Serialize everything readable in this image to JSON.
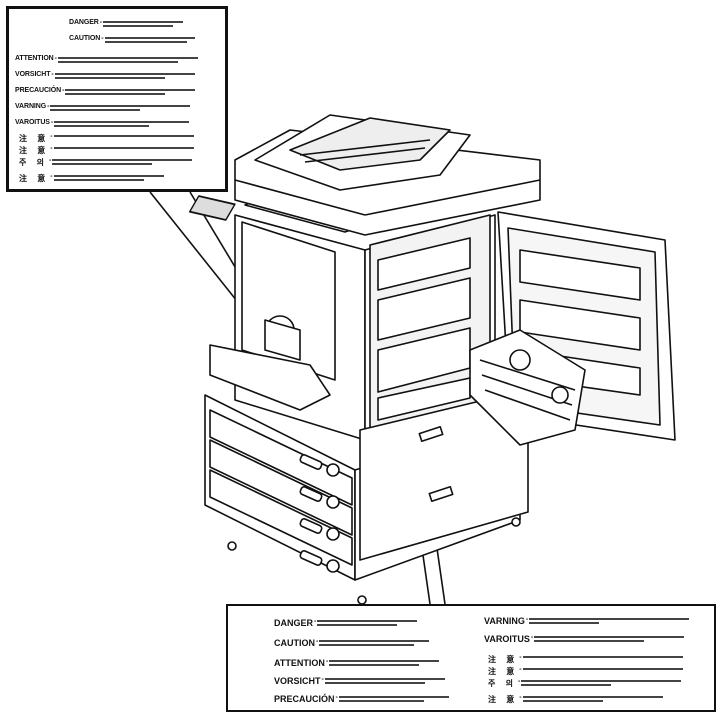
{
  "label_top": {
    "rows": [
      {
        "keyword": "DANGER"
      },
      {
        "keyword": "CAUTION"
      },
      {
        "keyword": "ATTENTION"
      },
      {
        "keyword": "VORSICHT"
      },
      {
        "keyword": "PRECAUCIÓN"
      },
      {
        "keyword": "VARNING"
      },
      {
        "keyword": "VAROITUS"
      },
      {
        "keyword": "注 意"
      },
      {
        "keyword": "注 意"
      },
      {
        "keyword": "주 의"
      },
      {
        "keyword": "注 意"
      }
    ]
  },
  "label_bottom": {
    "left_rows": [
      {
        "keyword": "DANGER"
      },
      {
        "keyword": "CAUTION"
      },
      {
        "keyword": "ATTENTION"
      },
      {
        "keyword": "VORSICHT"
      },
      {
        "keyword": "PRECAUCIÓN"
      }
    ],
    "right_rows": [
      {
        "keyword": "VARNING"
      },
      {
        "keyword": "VAROITUS"
      },
      {
        "keyword": "注 意"
      },
      {
        "keyword": "注 意"
      },
      {
        "keyword": "주 의"
      },
      {
        "keyword": "注 意"
      }
    ]
  },
  "icons": {
    "warning": "warning-triangle-icon",
    "arrow": "arrow-up-icon"
  },
  "colors": {
    "line": "#111111",
    "fill": "#ffffff",
    "shade": "#d8d8d8"
  }
}
